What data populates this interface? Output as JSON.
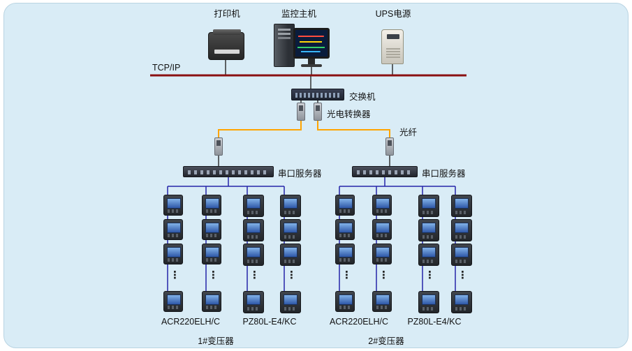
{
  "colors": {
    "background": "#d9ecf6",
    "bus_line": "#8a1012",
    "fiber_line": "#ffa400",
    "meter_line": "#2525a8",
    "device_line": "#333333"
  },
  "labels": {
    "printer": "打印机",
    "monitor_host": "监控主机",
    "ups": "UPS电源",
    "tcp_ip": "TCP/IP",
    "switch": "交换机",
    "optical_converter": "光电转换器",
    "optical_fiber": "光纤",
    "serial_server": "串口服务器",
    "ellipsis": "⋮"
  },
  "groups": [
    {
      "meter_type_left": "ACR220ELH/C",
      "meter_type_right": "PZ80L-E4/KC",
      "transformer": "1#变压器"
    },
    {
      "meter_type_left": "ACR220ELH/C",
      "meter_type_right": "PZ80L-E4/KC",
      "transformer": "2#变压器"
    }
  ]
}
